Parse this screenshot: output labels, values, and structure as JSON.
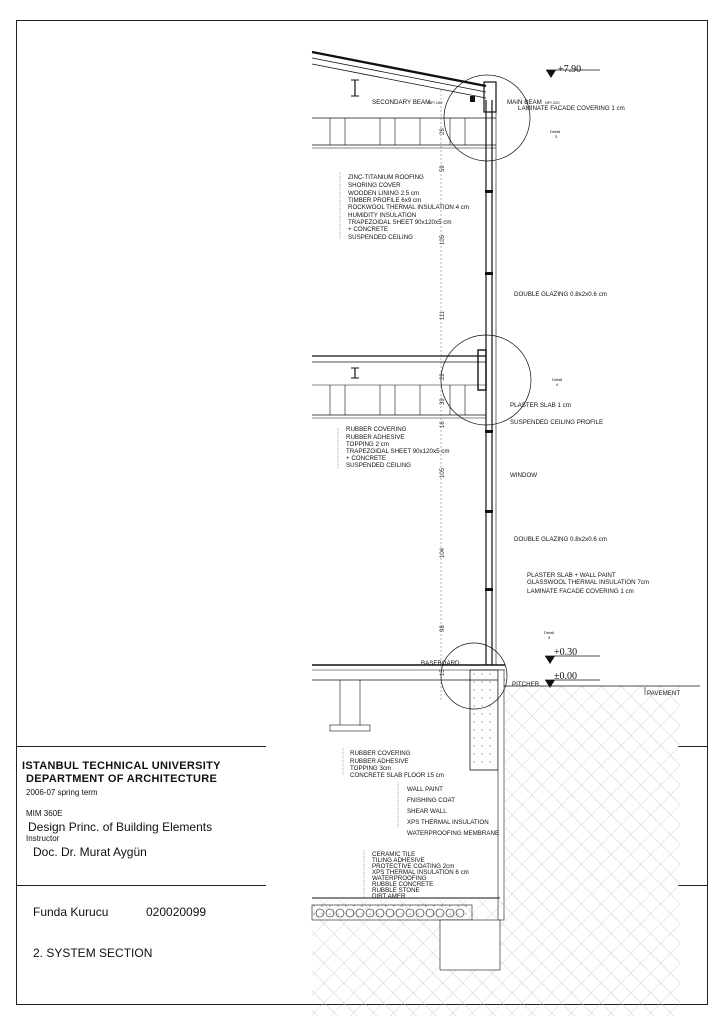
{
  "title_block": {
    "university": "ISTANBUL TECHNICAL UNIVERSITY",
    "department": "DEPARTMENT OF ARCHITECTURE",
    "term": "2006-07 spring term",
    "course_code": "MIM 360E",
    "course_name": "Design Princ. of Building Elements",
    "instructor_label": "Instructor",
    "instructor": "Doc. Dr. Murat Aygün",
    "student_name": "Funda Kurucu",
    "student_id": "020020099",
    "sheet_title": "2. SYSTEM SECTION"
  },
  "levels": {
    "top": "+7.90",
    "floor": "+0.30",
    "ground": "±0.00"
  },
  "labels": {
    "secondary_beam": "SECONDARY BEAM",
    "secondary_beam_spec": "NPI 160",
    "main_beam": "MAIN BEAM",
    "main_beam_spec": "NPI 220",
    "laminate_top": "LAMINATE FACADE COVERING 1 cm",
    "detail3": "Detail",
    "detail3_num": "3",
    "roof_layers": [
      "ZINC-TITANIUM ROOFING",
      "SHORING COVER",
      "WOODEN LINING 2.5 cm",
      "TIMBER PROFILE 6x9 cm",
      "ROCKWOOL THERMAL INSULATION 4 cm",
      "HUMIDITY INSULATION",
      "TRAPEZOIDAL SHEET  90x120x5 cm",
      "+ CONCRETE",
      "SUSPENDED CEILING"
    ],
    "double_glazing_1": "DOUBLE GLAZING  0.8x2x0.6 cm",
    "detail4": "Detail",
    "detail4_num": "4",
    "plaster_slab": "PLASTER SLAB 1 cm",
    "suspended_profile": "SUSPENDED CEILING PROFILE",
    "floor_layers": [
      "RUBBER COVERING",
      "RUBBER ADHESIVE",
      "TOPPING 2 cm",
      "TRAPEZOIDAL SHEET  90x120x5 cm",
      "+ CONCRETE",
      "SUSPENDED CEILING"
    ],
    "window": "WINDOW",
    "double_glazing_2": "DOUBLE GLAZING  0.8x2x0.6 cm",
    "wall_layers": [
      "PLASTER SLAB + WALL PAINT",
      "GLASSWOOL THERMAL INSULATION 7cm",
      "LAMINATE FACADE COVERING 1 cm"
    ],
    "detail5": "Detail",
    "detail5_num": "5",
    "baseboard": "BASEBOARD",
    "pitcher": "PITCHER",
    "pavement": "PAVEMENT",
    "ground_floor_layers": [
      "RUBBER COVERING",
      "RUBBER ADHESIVE",
      "TOPPING 3cm",
      "CONCRETE SLAB FLOOR 15 cm"
    ],
    "basement_wall_layers": [
      "WALL PAINT",
      "FNISHING COAT",
      "SHEAR WALL",
      "XPS THERMAL INSULATION",
      "WATERPROOFING MEMBRANE"
    ],
    "foundation_layers": [
      "CERAMIC TILE",
      "TILING ADHESIVE",
      "PROTECTIVE COATING 2cm",
      "XPS THERMAL INSULATION 6 cm",
      "WATERPROOFING",
      "RUBBLE CONCRETE",
      "RUBBLE STONE",
      "DIRT AMER"
    ]
  },
  "dimensions": [
    "28",
    "59",
    "105",
    "111",
    "22",
    "39",
    "16",
    "105",
    "104",
    "98",
    "15"
  ]
}
